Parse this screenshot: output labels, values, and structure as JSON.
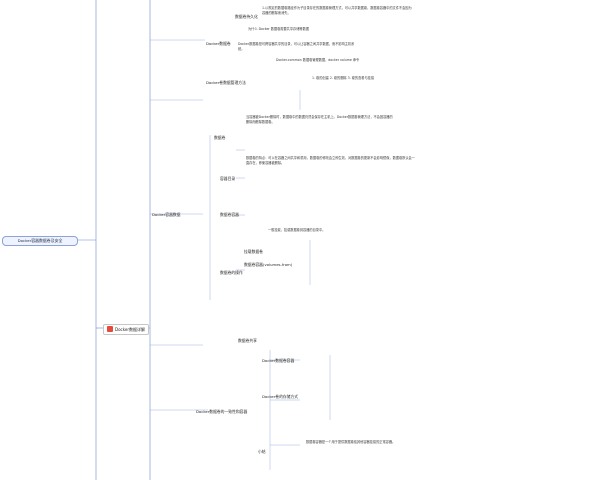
{
  "root": {
    "label": "Docker容器数据卷及安全"
  },
  "hub": {
    "label": "Docker数据详解",
    "icon": "xmind-icon"
  },
  "branches": {
    "top_a": "Docker容器数据",
    "top_b": "Docker数据卷的一致性和容器",
    "b1": "Docker数据卷",
    "b2": "Docker卷数据管理方法"
  },
  "sub_labels": {
    "s1": "数据卷",
    "s2": "容器目录",
    "s3": "数据卷容器",
    "s4": "数据卷的操作",
    "s5": "数据卷共享",
    "s6": "挂载数据卷",
    "s7": "数据卷容器(volumes-from)",
    "s8": "小结",
    "s9": "Docker数据卷容器",
    "s10": "Docker卷的存储方式",
    "s11": "数据卷持久化"
  },
  "notes": [
    "1.以规定的数据卷路径作为子目录存在的数据卷管理方式，可以共享数据卷，数据卷容器中的文件不会因为容器的删除而消失。",
    "为什么 Docker 数据卷需要共享存储等数据",
    "Docker数据卷是可跨容器共享的目录，可以让容器之间共享数据，而不影响主机系统。",
    "Docker.common 数据卷管理数据，docker volume 命令",
    "1. 卷的创建 2. 卷的删除 3. 卷的查看与挂载",
    "当容器被Docker删除时，数据卷中的数据仍然会保存在主机上。Docker数据卷管理方法，不会因容器的删除而删除数据卷。",
    "数据卷的特点：可以在容器之间共享和重用，数据卷的修改会立即生效，对数据卷的更新不会影响镜像，数据卷默认会一直存在，即使容器被删除。",
    "一般挂载，挂载数据卷到容器的目录中。",
    "数据卷容器是一个用于提供数据卷给其他容器挂载的正常容器。"
  ]
}
